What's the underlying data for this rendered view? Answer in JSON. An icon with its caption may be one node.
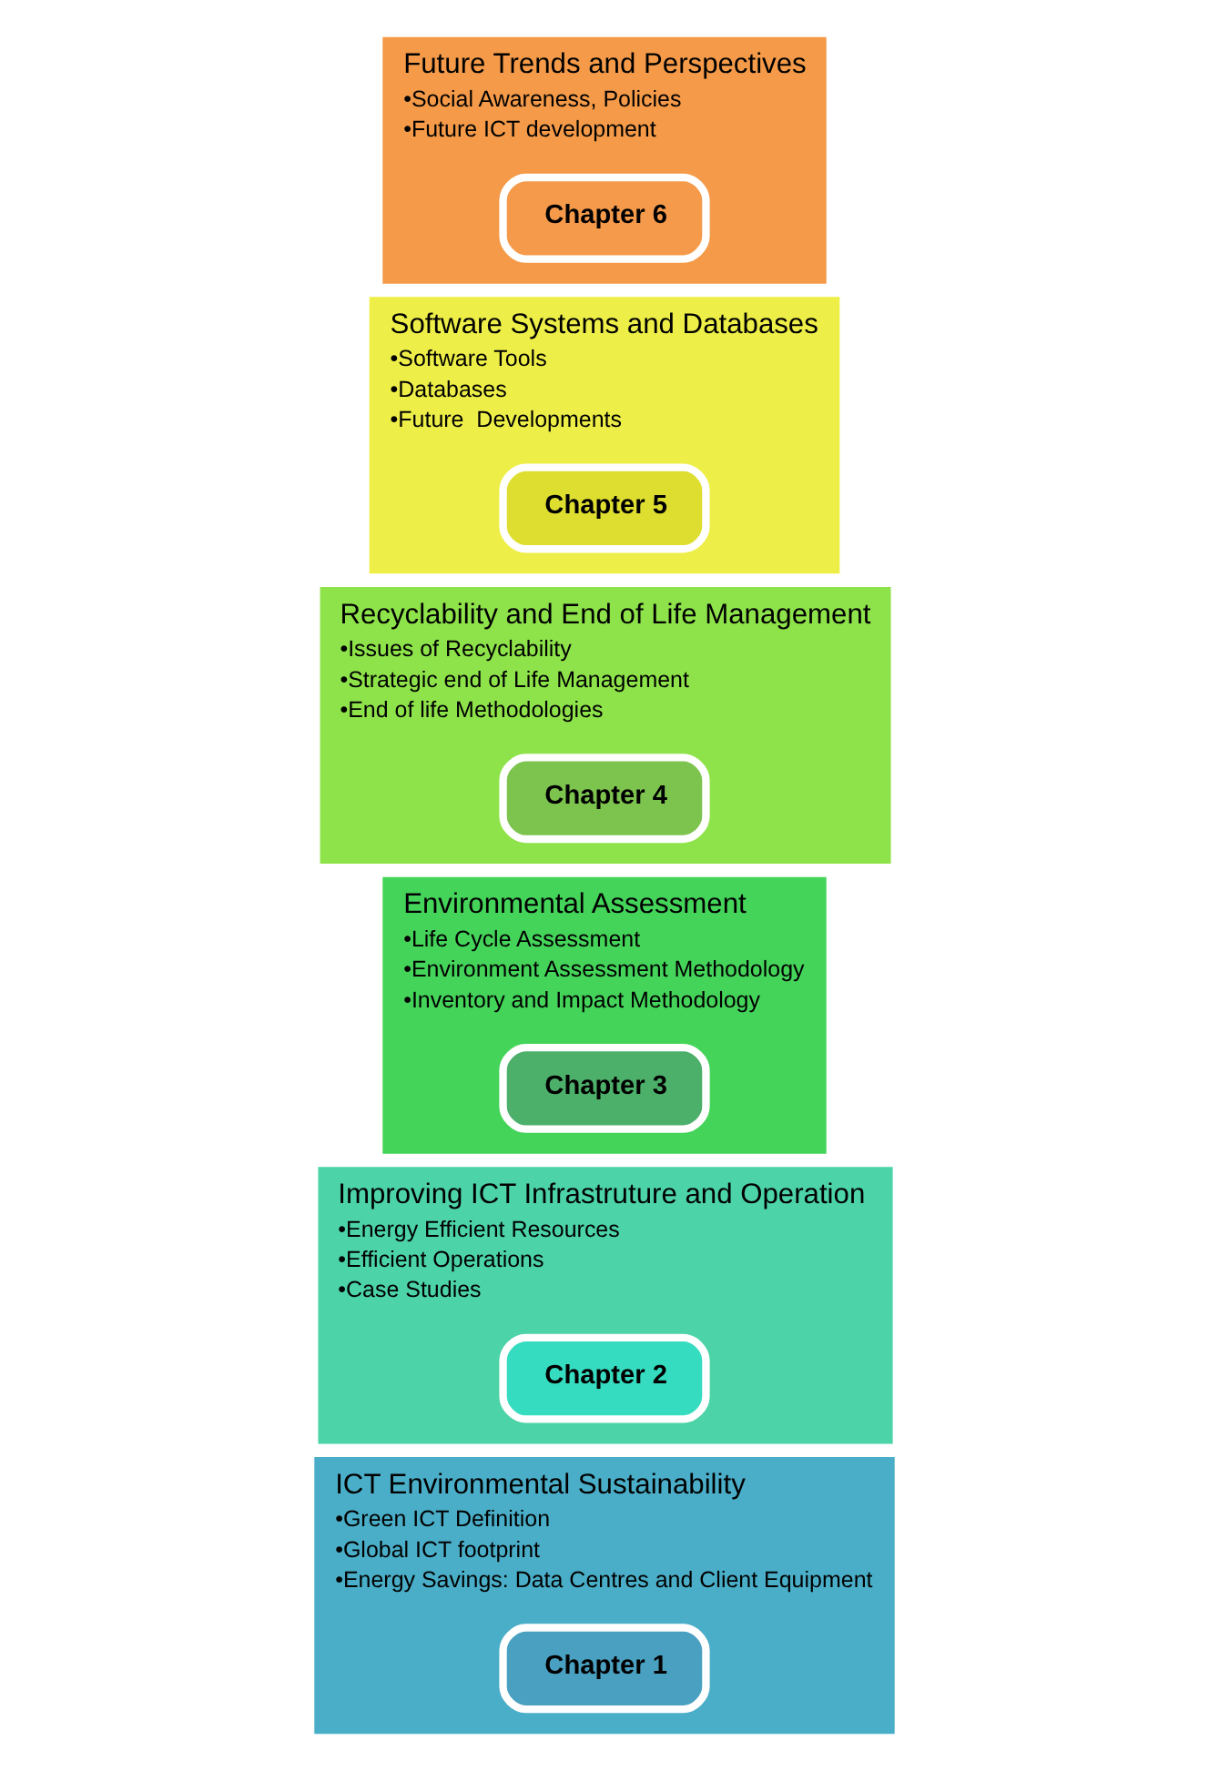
{
  "diagram": {
    "nodes": [
      {
        "text": [
          "ICT Environmental Sustainability",
          "•Green ICT Definition",
          "•Global ICT footprint",
          "•Energy Savings: Data Centres and Client Equipment"
        ]
      },
      {
        "text": [
          "Chapter 1"
        ],
        "in": 0
      },
      {
        "text": [
          "Improving ICT Infrastruture and Operation",
          "•Energy Efficient Resources",
          "•Efficient Operations",
          "•Case Studies"
        ]
      },
      {
        "text": [
          "Chapter 2"
        ],
        "in": 2
      },
      {
        "text": [
          "Environmental Assessment",
          "•Life Cycle Assessment",
          "•Environment Assessment Methodology",
          "•Inventory and Impact Methodology"
        ]
      },
      {
        "text": [
          "Chapter 3"
        ],
        "in": 4
      },
      {
        "text": [
          "Recyclability and End of Life Management",
          "•Issues of Recyclability",
          "•Strategic end of Life Management",
          "•End of life Methodologies"
        ]
      },
      {
        "text": [
          "Chapter 4"
        ],
        "in": 6
      },
      {
        "text": [
          "Software Systems and Databases",
          "•Software Tools",
          "•Databases",
          "•Future  Developments"
        ]
      },
      {
        "text": [
          "Chapter 5"
        ],
        "in": 8
      },
      {
        "text": [
          "Future Trends and Perspectives",
          "•Social Awareness, Policies",
          "•Future ICT development"
        ]
      },
      {
        "text": [
          "Chapter 6"
        ],
        "in": 10
      }
    ],
    "edges": []
  }
}
